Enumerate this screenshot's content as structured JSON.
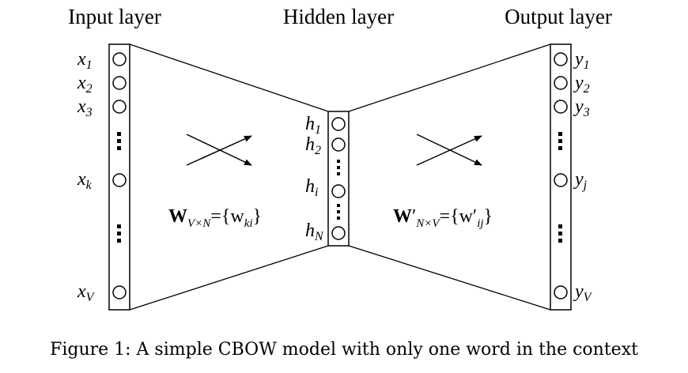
{
  "layers": {
    "input": {
      "title": "Input layer",
      "nodes": [
        {
          "sym": "x",
          "sub": "1"
        },
        {
          "sym": "x",
          "sub": "2"
        },
        {
          "sym": "x",
          "sub": "3"
        },
        {
          "sym": "x",
          "sub": "k"
        },
        {
          "sym": "x",
          "sub": "V"
        }
      ]
    },
    "hidden": {
      "title": "Hidden layer",
      "nodes": [
        {
          "sym": "h",
          "sub": "1"
        },
        {
          "sym": "h",
          "sub": "2"
        },
        {
          "sym": "h",
          "sub": "i"
        },
        {
          "sym": "h",
          "sub": "N"
        }
      ]
    },
    "output": {
      "title": "Output layer",
      "nodes": [
        {
          "sym": "y",
          "sub": "1"
        },
        {
          "sym": "y",
          "sub": "2"
        },
        {
          "sym": "y",
          "sub": "3"
        },
        {
          "sym": "y",
          "sub": "j"
        },
        {
          "sym": "y",
          "sub": "V"
        }
      ]
    }
  },
  "weights": {
    "input_hidden": {
      "bold": "W",
      "sub": "V×N",
      "rest": "={w",
      "rest_sub": "ki",
      "close": "}"
    },
    "hidden_output": {
      "bold": "W",
      "prime": "′",
      "sub": "N×V",
      "rest": "={w′",
      "rest_sub": "ij",
      "close": "}"
    }
  },
  "caption": "Figure 1: A simple CBOW model with only one word in the context"
}
